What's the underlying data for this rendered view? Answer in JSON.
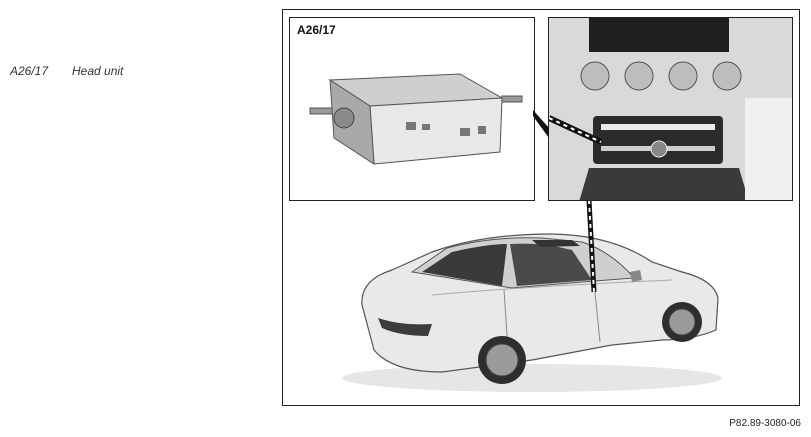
{
  "legend": {
    "code": "A26/17",
    "description": "Head unit"
  },
  "inset": {
    "label": "A26/17"
  },
  "figure_id": "P82.89-3080-06"
}
